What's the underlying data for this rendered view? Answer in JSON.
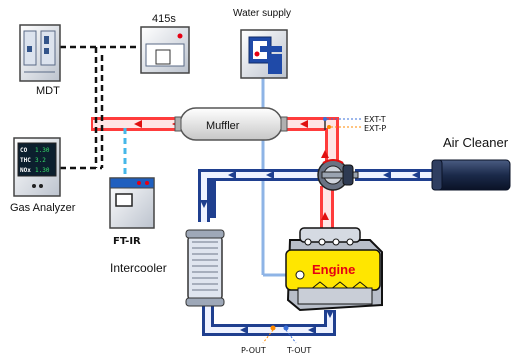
{
  "labels": {
    "mdt": "MDT",
    "ma415": "415s",
    "water": "Water supply",
    "muffler": "Muffler",
    "ext_t": "EXT-T",
    "ext_p": "EXT-P",
    "air_cleaner": "Air Cleaner",
    "gas_analyzer": "Gas Analyzer",
    "ftir": "FT-IR",
    "intercooler": "Intercooler",
    "engine": "Engine",
    "p_out": "P-OUT",
    "t_out": "T-OUT"
  },
  "analyzer_screen": {
    "rows": [
      "CO",
      "THC",
      "NOx"
    ],
    "values": [
      "1.30",
      "3.2",
      "1.30"
    ]
  },
  "colors": {
    "exhaust_outer": "#ff3c3c",
    "exhaust_inner": "#ffe6e6",
    "intake_outer": "#1f3f8f",
    "intake_inner": "#eef2ff",
    "water_line": "#8eb4e6",
    "ftir_line": "#45b7e8",
    "engine_fill": "#ffe600",
    "engine_text": "#e60012",
    "sensor_orange": "#ff8a00",
    "sensor_blue": "#3a6fd8"
  }
}
